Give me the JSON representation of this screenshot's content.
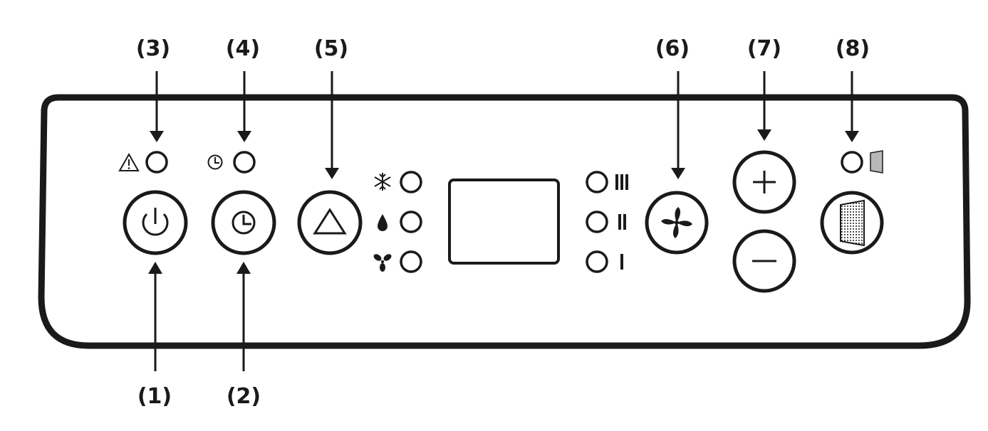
{
  "callouts": {
    "c1": "(1)",
    "c2": "(2)",
    "c3": "(3)",
    "c4": "(4)",
    "c5": "(5)",
    "c6": "(6)",
    "c7": "(7)",
    "c8": "(8)"
  },
  "buttons": {
    "power": "power-icon",
    "timer": "timer-icon",
    "mode": "triangle-icon",
    "fan": "fan-icon",
    "plus": "plus-icon",
    "minus": "minus-icon",
    "filter": "filter-icon"
  },
  "indicators": {
    "alarm": "warning-icon",
    "timer": "timer-icon",
    "modes": [
      "snowflake-icon",
      "water-drop-icon",
      "fan-icon"
    ],
    "fan_speeds": [
      "speed-3-icon",
      "speed-2-icon",
      "speed-1-icon"
    ],
    "filter": "filter-icon"
  },
  "colors": {
    "line": "#1a1a1a",
    "background": "#ffffff"
  }
}
